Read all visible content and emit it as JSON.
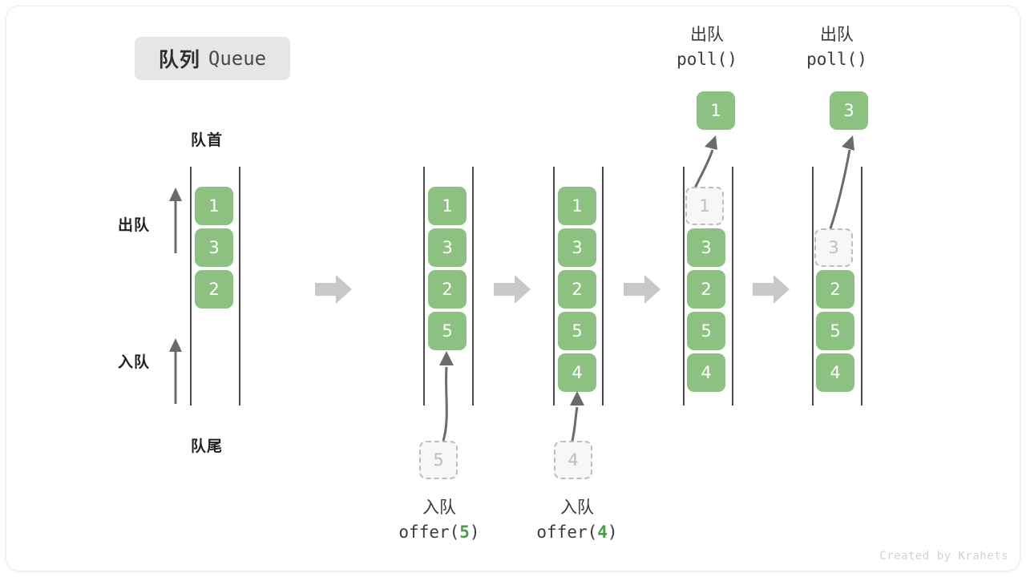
{
  "title": {
    "cn": "队列",
    "en": "Queue"
  },
  "labels": {
    "front": "队首",
    "rear": "队尾",
    "dequeue": "出队",
    "enqueue": "入队"
  },
  "watermark": "Created by Krahets",
  "colors": {
    "element": "#8cc182",
    "ghost_border": "#bdbdbd",
    "ghost_fill": "#f7f7f7",
    "rail": "#4a4a4a",
    "step_arrow": "#c8c8c8",
    "accent_text": "#4a9c4a",
    "badge_bg": "#e6e6e6"
  },
  "stages": [
    {
      "name": "initial",
      "elements": [
        "1",
        "3",
        "2"
      ],
      "ghost": null,
      "popped": null,
      "caption_cn": null,
      "caption_code": null
    },
    {
      "name": "after-offer-5",
      "elements": [
        "1",
        "3",
        "2",
        "5"
      ],
      "ghost": "5",
      "popped": null,
      "caption_cn": "入队",
      "caption_code_prefix": "offer(",
      "caption_code_arg": "5",
      "caption_code_suffix": ")"
    },
    {
      "name": "after-offer-4",
      "elements": [
        "1",
        "3",
        "2",
        "5",
        "4"
      ],
      "ghost": "4",
      "popped": null,
      "caption_cn": "入队",
      "caption_code_prefix": "offer(",
      "caption_code_arg": "4",
      "caption_code_suffix": ")"
    },
    {
      "name": "after-poll-1",
      "elements": [
        "3",
        "2",
        "5",
        "4"
      ],
      "ghost_in_queue": "1",
      "popped": "1",
      "caption_cn": "出队",
      "caption_code": "poll()"
    },
    {
      "name": "after-poll-3",
      "elements": [
        "2",
        "5",
        "4"
      ],
      "ghost_in_queue": "3",
      "popped": "3",
      "caption_cn": "出队",
      "caption_code": "poll()"
    }
  ],
  "step_arrows_count": 4
}
